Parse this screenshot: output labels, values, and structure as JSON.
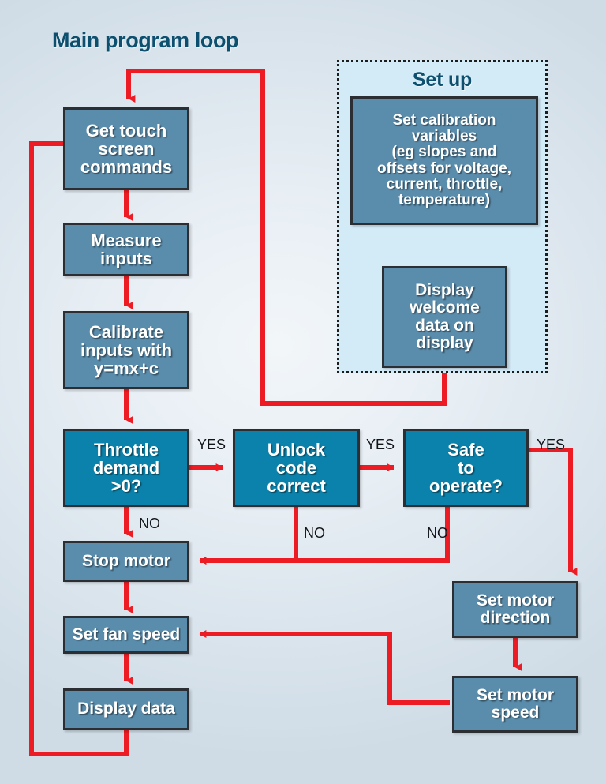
{
  "diagram": {
    "title": "Main program loop",
    "background_color": "#dce6ee",
    "arrow_color": "#ed1c24",
    "process_color": "#5a8cab",
    "decision_color": "#0b82ab",
    "title_color": "#0d4f6e",
    "panel_color": "#d3eaf7"
  },
  "setup": {
    "title": "Set up",
    "nodes": [
      {
        "id": "set-calibration-variables",
        "label": "Set calibration\nvariables\n(eg slopes and\noffsets for voltage,\ncurrent, throttle,\ntemperature)"
      },
      {
        "id": "display-welcome-data",
        "label": "Display\nwelcome\ndata on\ndisplay"
      }
    ]
  },
  "main_loop": {
    "nodes": [
      {
        "id": "get-touch-screen-commands",
        "label": "Get touch\nscreen\ncommands",
        "type": "process"
      },
      {
        "id": "measure-inputs",
        "label": "Measure\ninputs",
        "type": "process"
      },
      {
        "id": "calibrate-inputs",
        "label": "Calibrate\ninputs with\ny=mx+c",
        "type": "process"
      },
      {
        "id": "throttle-demand",
        "label": "Throttle\ndemand\n>0?",
        "type": "decision"
      },
      {
        "id": "unlock-code-correct",
        "label": "Unlock\ncode\ncorrect",
        "type": "decision"
      },
      {
        "id": "safe-to-operate",
        "label": "Safe\nto\noperate?",
        "type": "decision"
      },
      {
        "id": "stop-motor",
        "label": "Stop motor",
        "type": "process"
      },
      {
        "id": "set-fan-speed",
        "label": "Set fan speed",
        "type": "process"
      },
      {
        "id": "display-data",
        "label": "Display data",
        "type": "process"
      },
      {
        "id": "set-motor-direction",
        "label": "Set motor\ndirection",
        "type": "process"
      },
      {
        "id": "set-motor-speed",
        "label": "Set motor\nspeed",
        "type": "process"
      }
    ]
  },
  "edge_labels": {
    "yes_throttle": "YES",
    "yes_unlock": "YES",
    "yes_safe": "YES",
    "no_throttle": "NO",
    "no_unlock": "NO",
    "no_safe": "NO"
  }
}
